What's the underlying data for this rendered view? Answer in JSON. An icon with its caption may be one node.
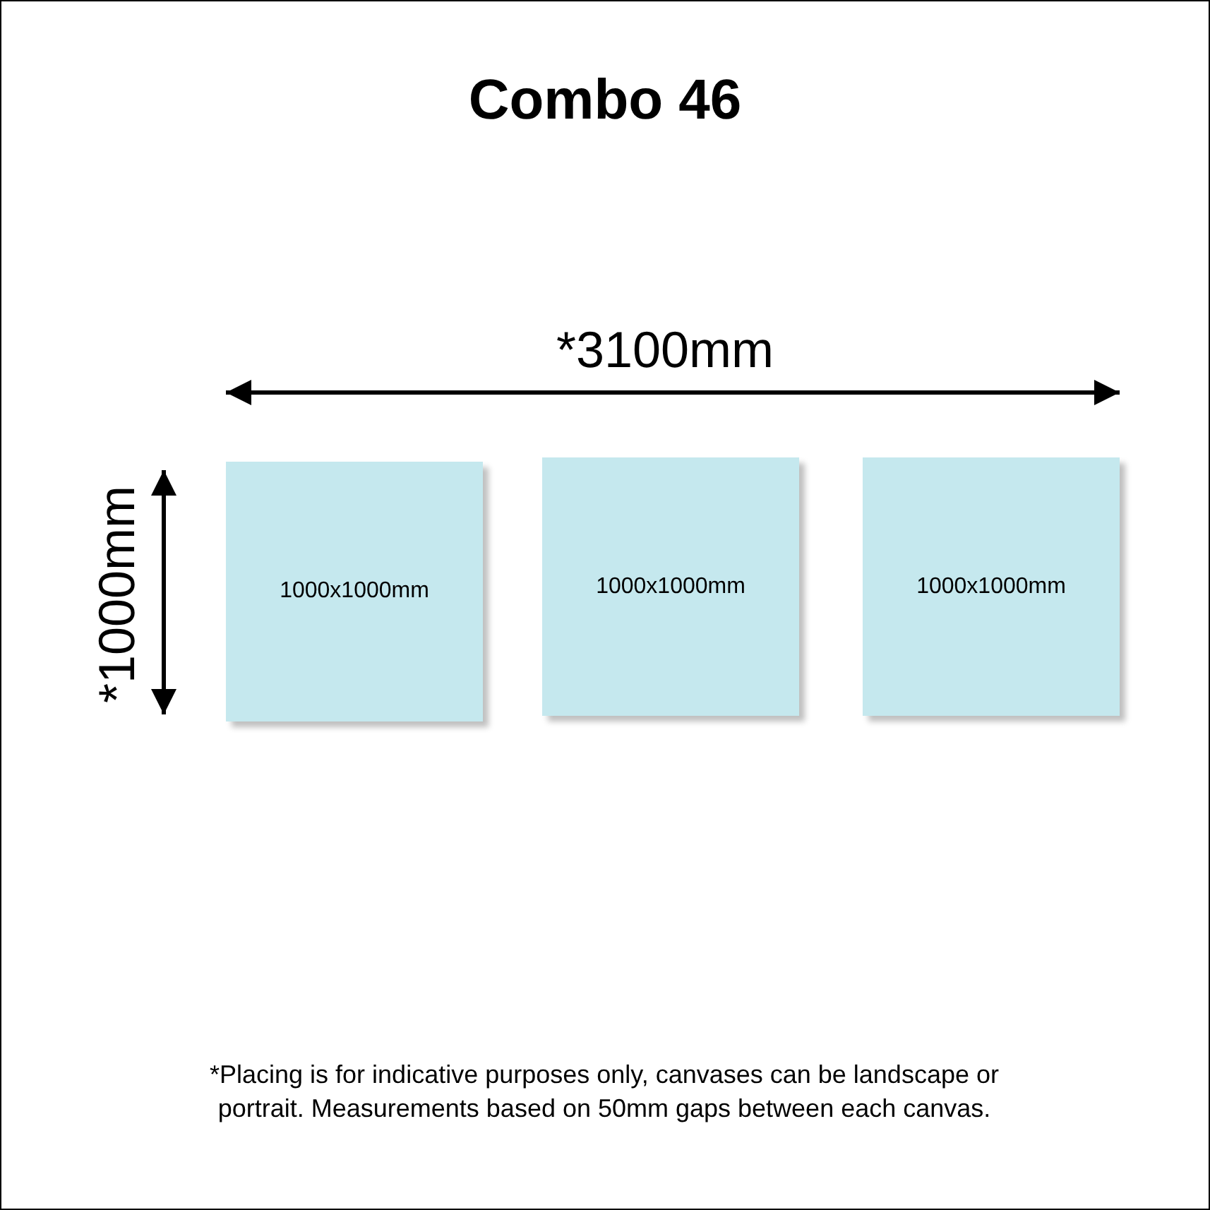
{
  "diagram": {
    "title": "Combo 46",
    "nodes": [
      {
        "text": [
          "1000x1000mm"
        ]
      },
      {
        "text": [
          "1000x1000mm"
        ]
      },
      {
        "text": [
          "1000x1000mm"
        ]
      }
    ],
    "edges": [],
    "labels": [
      "*3100mm",
      "*1000mm"
    ],
    "caption": "*Placing is for indicative purposes only, canvases can be landscape or portrait. Measurements based on 50mm gaps between each canvas."
  }
}
